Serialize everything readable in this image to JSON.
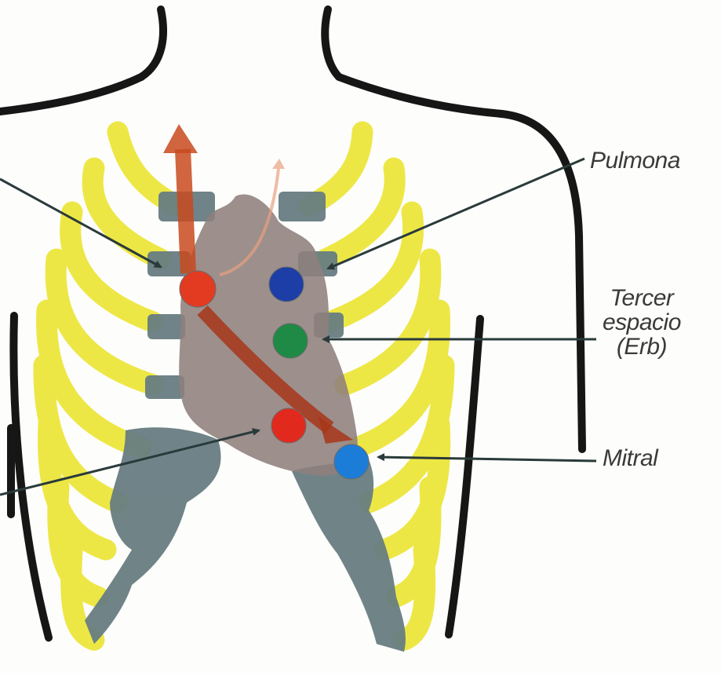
{
  "labels": {
    "pulmonar": "Pulmona",
    "tercer_line1": "Tercer",
    "tercer_line2": "espacio",
    "tercer_line3": "(Erb)",
    "mitral": "Mitral"
  },
  "colors": {
    "background": "#fdfdfb",
    "outline": "#161616",
    "rib_yellow": "#ede63d",
    "cartilage_gray": "#687d82",
    "heart_gray": "#8e7f7c",
    "flow_arrow": "#c84a1f",
    "aortic_focus": "#e33a22",
    "pulmonary_focus": "#1c3ea6",
    "erb_focus": "#1f8a45",
    "tricuspid_focus": "#e12a1d",
    "mitral_focus": "#1c7dd8",
    "pointer_line": "#2a3a3a",
    "label_text": "#3a3a3a"
  }
}
